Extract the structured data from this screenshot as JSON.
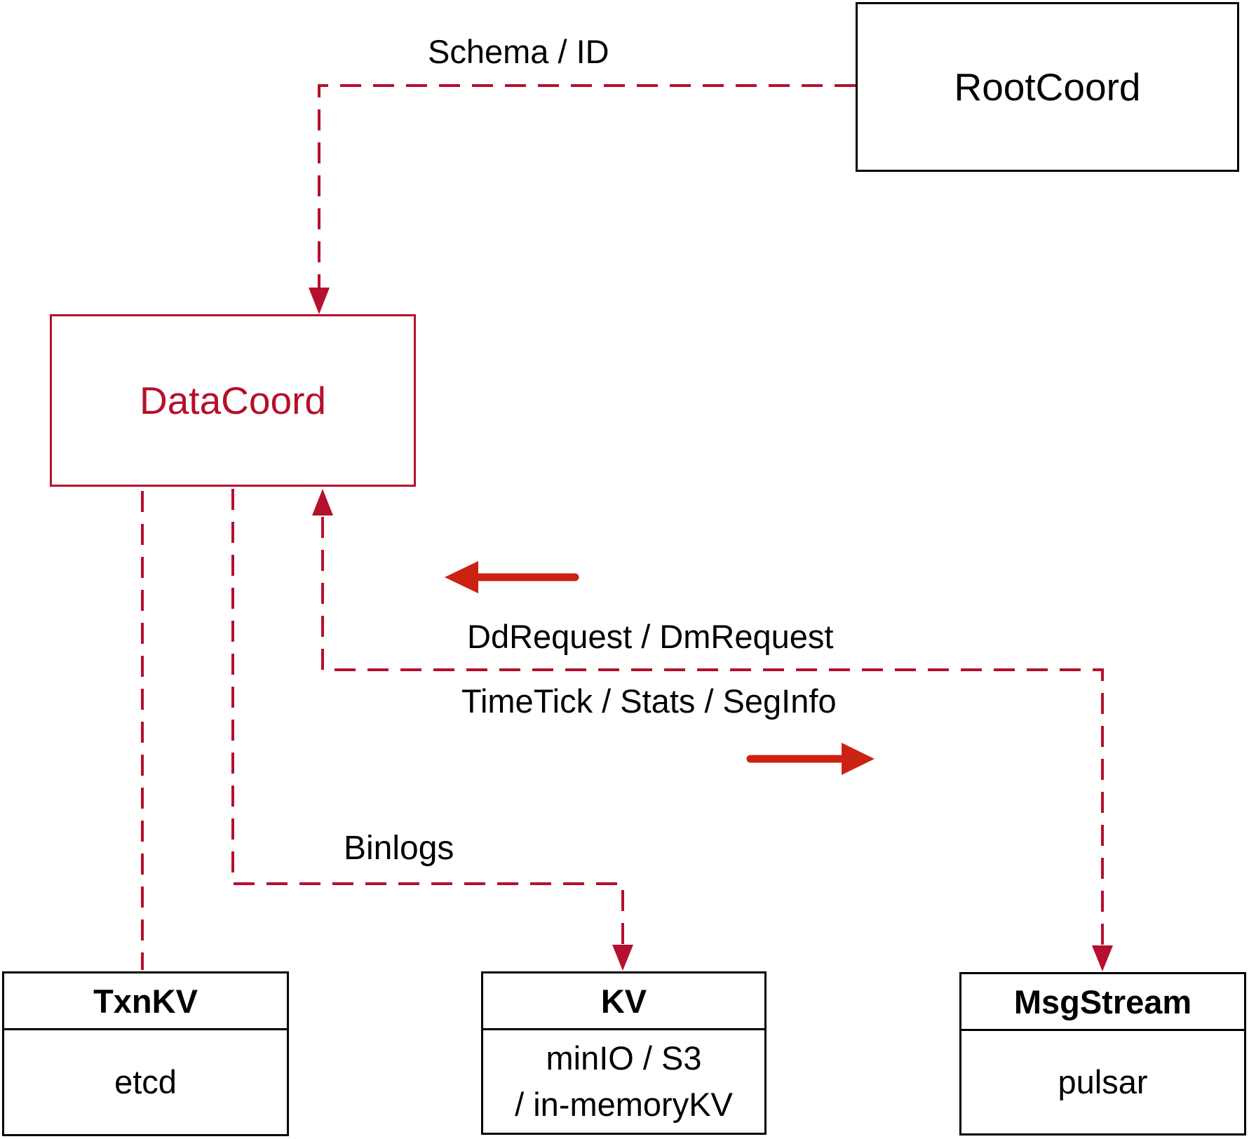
{
  "nodes": {
    "rootcoord": {
      "label": "RootCoord"
    },
    "datacoord": {
      "label": "DataCoord"
    },
    "txnkv": {
      "title": "TxnKV",
      "body": "etcd"
    },
    "kv": {
      "title": "KV",
      "body_line1": "minIO / S3",
      "body_line2": "/ in-memoryKV"
    },
    "msgstream": {
      "title": "MsgStream",
      "body": "pulsar"
    }
  },
  "edge_labels": {
    "schema_id": "Schema / ID",
    "dd_request": "DdRequest / DmRequest",
    "time_tick": "TimeTick / Stats / SegInfo",
    "binlogs": "Binlogs"
  },
  "colors": {
    "ink": "#000000",
    "crimson": "#b5102c",
    "arrow_red": "#cc2212"
  }
}
